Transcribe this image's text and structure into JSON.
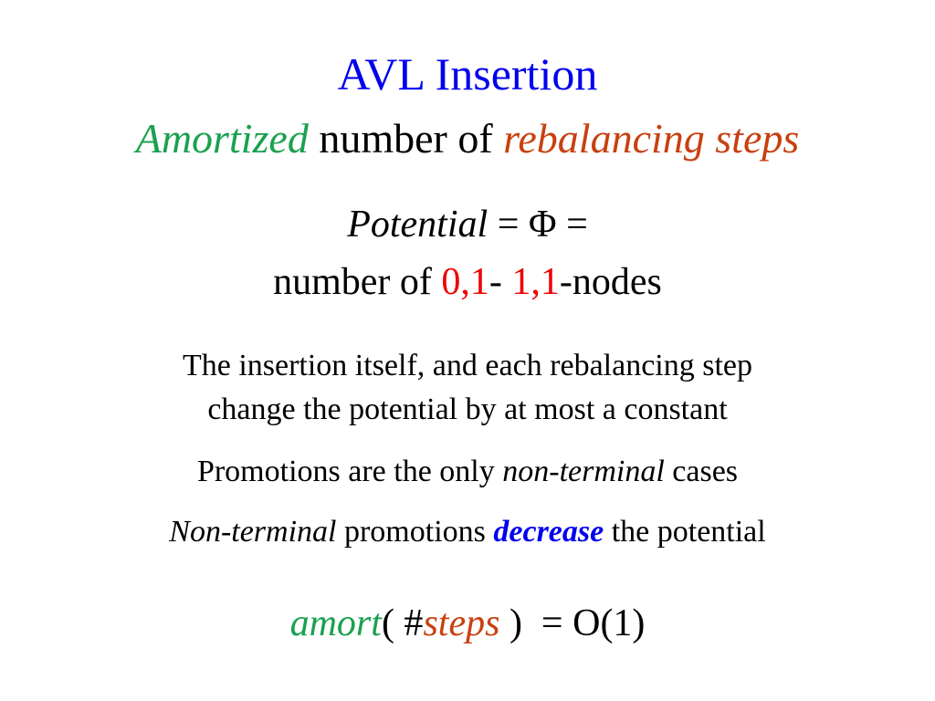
{
  "slide": {
    "title": "AVL Insertion",
    "subtitle": {
      "part1": "Amortized",
      "part2": " number of ",
      "part3": "rebalancing steps"
    },
    "potential_line": {
      "term": "Potential",
      "rest": " = Φ ="
    },
    "nodes_line": {
      "prefix": "number of ",
      "node_type_1": "0,1",
      "sep": "- ",
      "node_type_2": "1,1",
      "suffix": "-nodes"
    },
    "statements": [
      {
        "text": "The insertion itself, and each rebalancing step"
      },
      {
        "text": "change the potential by at most a constant"
      },
      {
        "prefix": "Promotions are the only ",
        "emph": "non-terminal",
        "suffix": " cases"
      },
      {
        "emph": "Non-terminal",
        "middle": " promotions ",
        "strong": "decrease",
        "suffix": " the potential"
      }
    ],
    "formula": {
      "func": "amort",
      "open": "( #",
      "arg": "steps",
      "close": " )  = O(1)"
    },
    "colors": {
      "title": "#0000ee",
      "amortized": "#1aa14f",
      "rebalancing": "#c8400f",
      "node_types": "#ee0000",
      "decrease": "#0000ee"
    }
  }
}
